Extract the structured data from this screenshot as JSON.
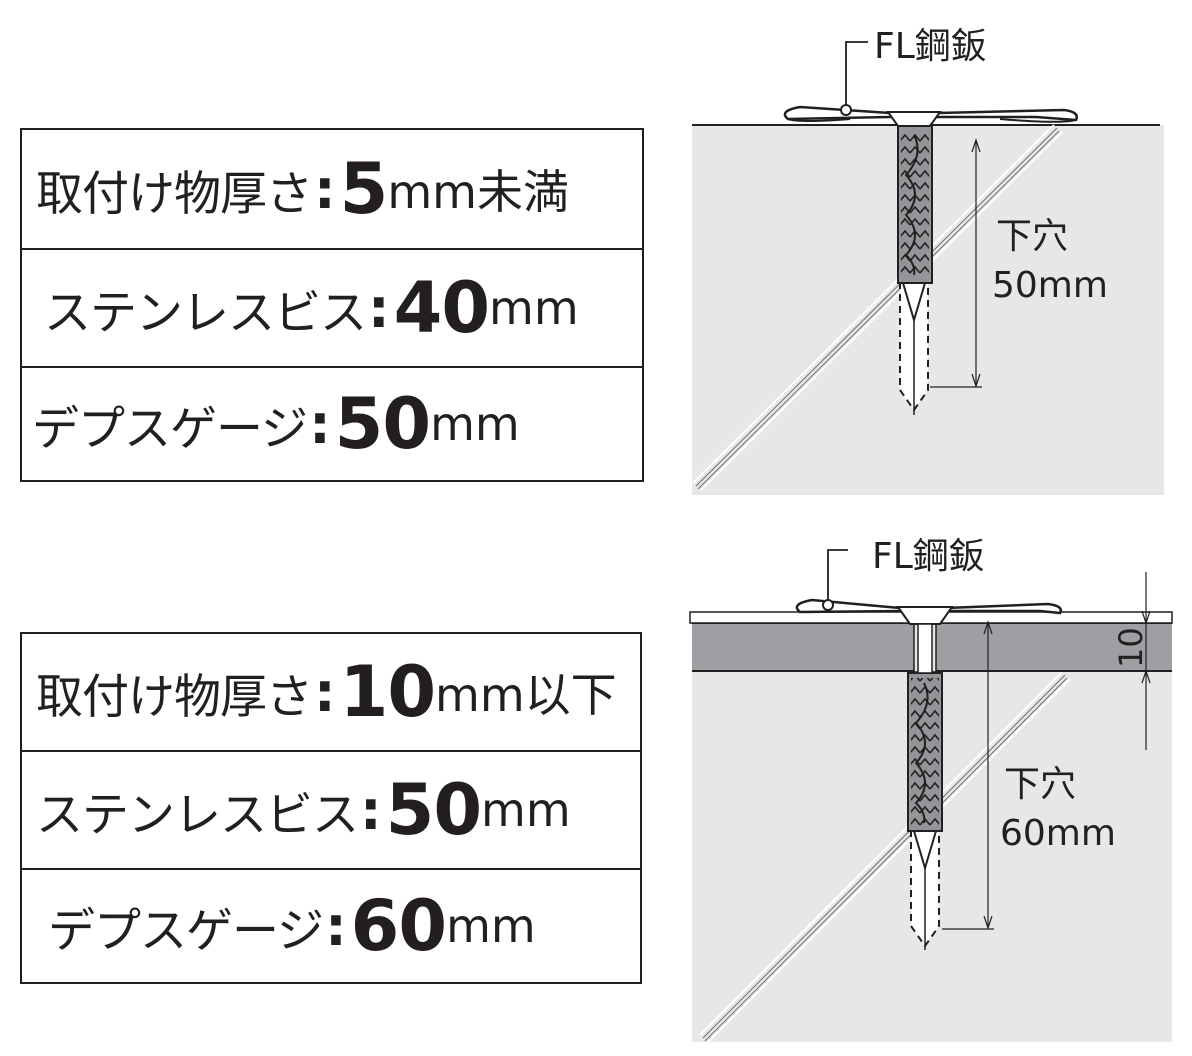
{
  "sets": [
    {
      "rows": [
        {
          "label": "取付け物厚さ",
          "value": "5",
          "unit": "mm未満"
        },
        {
          "label": "ステンレスビス",
          "value": "40",
          "unit": "mm"
        },
        {
          "label": "デプスゲージ",
          "value": "50",
          "unit": "mm"
        }
      ],
      "diagram": {
        "plate_label": "FL鋼鈑",
        "hole_title": "下穴",
        "hole_depth": "50mm"
      }
    },
    {
      "rows": [
        {
          "label": "取付け物厚さ",
          "value": "10",
          "unit": "mm以下"
        },
        {
          "label": "ステンレスビス",
          "value": "50",
          "unit": "mm"
        },
        {
          "label": "デプスゲージ",
          "value": "60",
          "unit": "mm"
        }
      ],
      "diagram": {
        "plate_label": "FL鋼鈑",
        "hole_title": "下穴",
        "hole_depth": "60mm",
        "thickness_label": "10"
      }
    }
  ],
  "colors": {
    "ink": "#231f20",
    "concrete": "#e6e7e8",
    "material": "#9d9fa2",
    "anchor": "#939598"
  }
}
